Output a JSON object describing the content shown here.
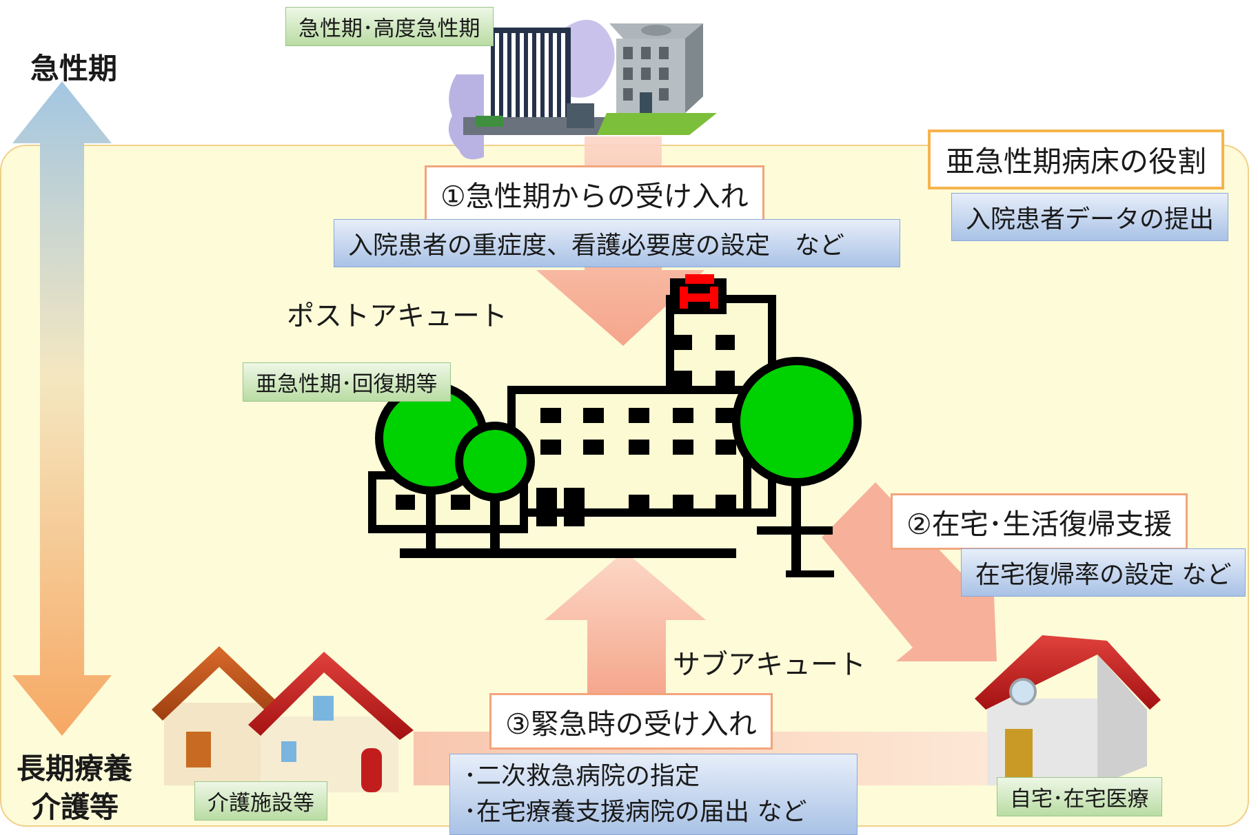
{
  "axis": {
    "top": "急性期",
    "bottom_line1": "長期療養",
    "bottom_line2": "介護等"
  },
  "labels": {
    "acute_hospital": "急性期･高度急性期",
    "subacute_hospital": "亜急性期･回復期等",
    "care_facility": "介護施設等",
    "home": "自宅･在宅医療"
  },
  "role_title": "亜急性期病床の役割",
  "data_submission": "入院患者データの提出",
  "roles": [
    {
      "title": "①急性期からの受け入れ",
      "detail": "入院患者の重症度、看護必要度の設定　など",
      "term": "ポストアキュート"
    },
    {
      "title": "②在宅･生活復帰支援",
      "detail": "在宅復帰率の設定 など"
    },
    {
      "title": "③緊急時の受け入れ",
      "details": [
        "･二次救急病院の指定",
        "･在宅療養支援病院の届出 など"
      ],
      "term": "サブアキュート"
    }
  ],
  "colors": {
    "panel_bg": "#fdfbd8",
    "panel_border": "#f2cf88",
    "flow_arrow": "#f6b09a",
    "tree": "#00d100",
    "hospital_sign": "#ff0000",
    "role_border": "#f6b34c"
  },
  "icons": [
    "acute-hospital-icon",
    "helipad-hospital-icon",
    "subacute-hospital-icon",
    "care-facility-icon",
    "home-icon"
  ]
}
